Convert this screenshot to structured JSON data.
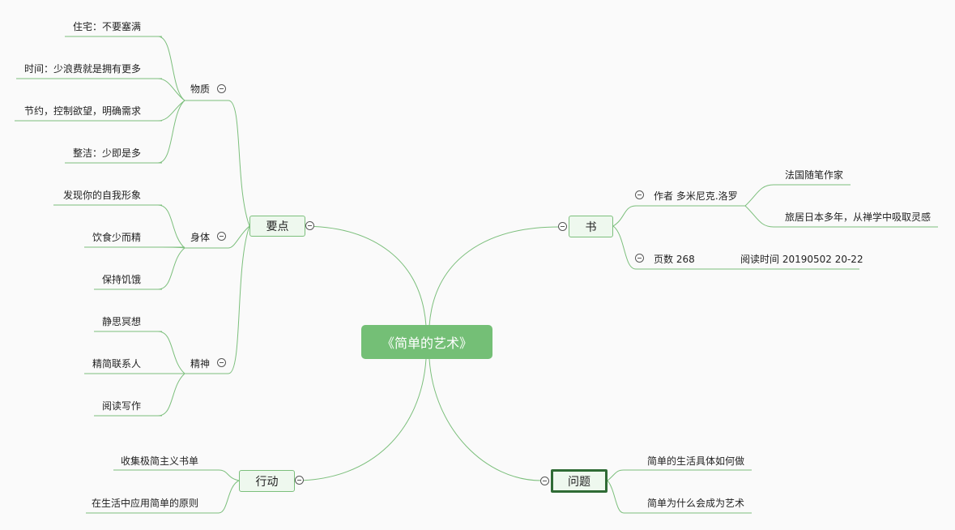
{
  "colors": {
    "line": "#7cbf7c",
    "center_fill": "#74bf76",
    "topic_fill": "#eef8ee",
    "selected_border": "#2f6b35"
  },
  "root": {
    "title": "《简单的艺术》"
  },
  "topics": {
    "key_points": {
      "label": "要点",
      "material": {
        "label": "物质",
        "items": [
          "住宅：不要塞满",
          "时间：少浪费就是拥有更多",
          "节约，控制欲望，明确需求",
          "整洁：少即是多"
        ]
      },
      "body": {
        "label": "身体",
        "items": [
          "发现你的自我形象",
          "饮食少而精",
          "保持饥饿"
        ]
      },
      "spirit": {
        "label": "精神",
        "items": [
          "静思冥想",
          "精简联系人",
          "阅读写作"
        ]
      }
    },
    "book": {
      "label": "书",
      "author": {
        "label": "作者 多米尼克.洛罗",
        "items": [
          "法国随笔作家",
          "旅居日本多年，从禅学中吸取灵感"
        ]
      },
      "pages": {
        "label": "页数 268",
        "items": [
          "阅读时间 20190502 20-22"
        ]
      }
    },
    "action": {
      "label": "行动",
      "items": [
        "收集极简主义书单",
        "在生活中应用简单的原则"
      ]
    },
    "questions": {
      "label": "问题",
      "items": [
        "简单的生活具体如何做",
        "简单为什么会成为艺术"
      ]
    }
  }
}
